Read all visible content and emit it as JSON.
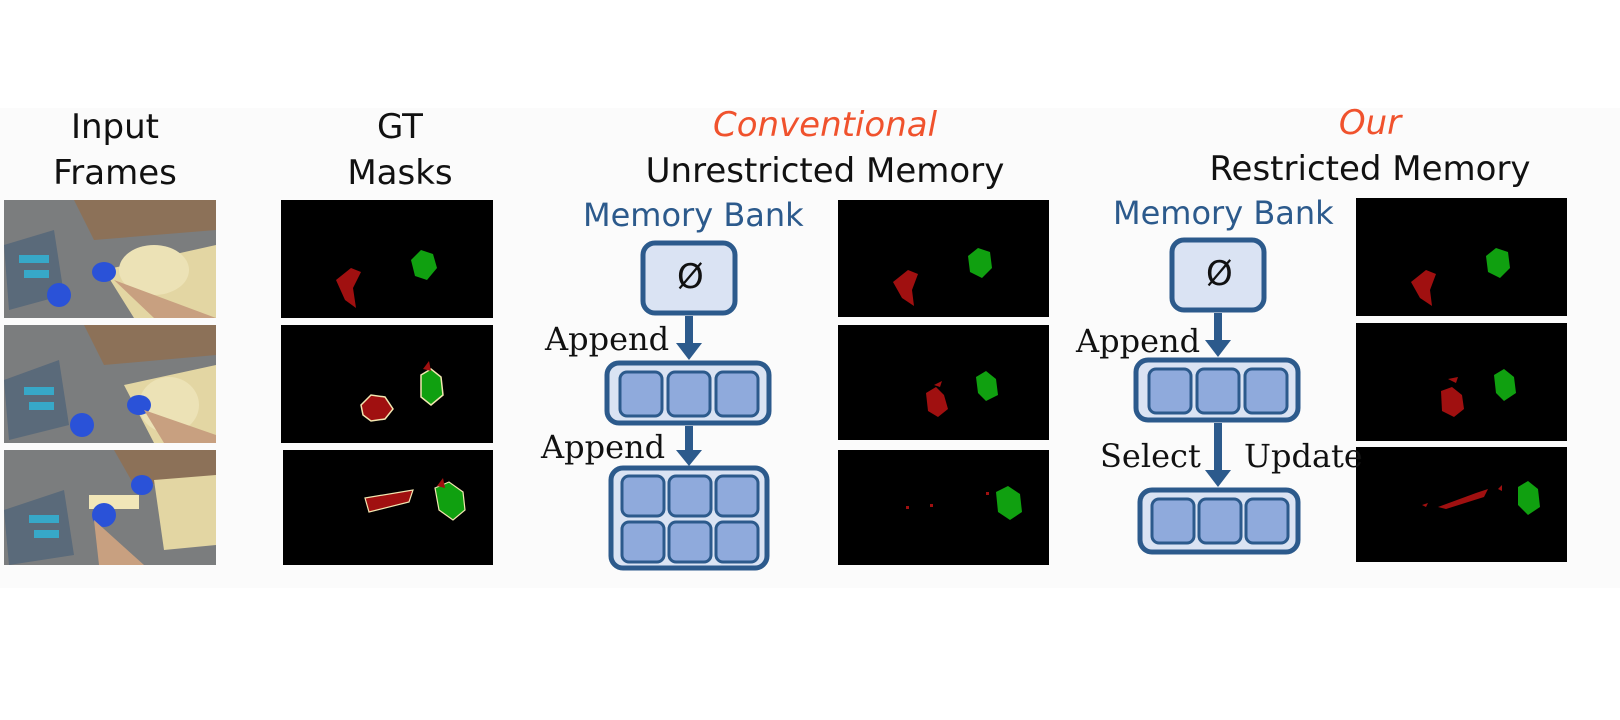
{
  "columns": {
    "input": {
      "line1": "Input",
      "line2": "Frames"
    },
    "gt": {
      "line1": "GT",
      "line2": "Masks"
    },
    "conventional": {
      "tag": "Conventional",
      "title": "Unrestricted Memory",
      "memory_bank": "Memory Bank",
      "empty_symbol": "Ø",
      "append_1": "Append",
      "append_2": "Append"
    },
    "ours": {
      "tag": "Our",
      "title": "Restricted Memory",
      "memory_bank": "Memory Bank",
      "empty_symbol": "Ø",
      "append": "Append",
      "select": "Select",
      "update": "Update"
    }
  },
  "colors": {
    "accent": "#f0522d",
    "memory_blue": "#2c5a8c",
    "slot_fill": "#8faadc",
    "container_fill": "#dae3f3",
    "mask_red": "#a01010",
    "mask_green": "#10a010"
  }
}
